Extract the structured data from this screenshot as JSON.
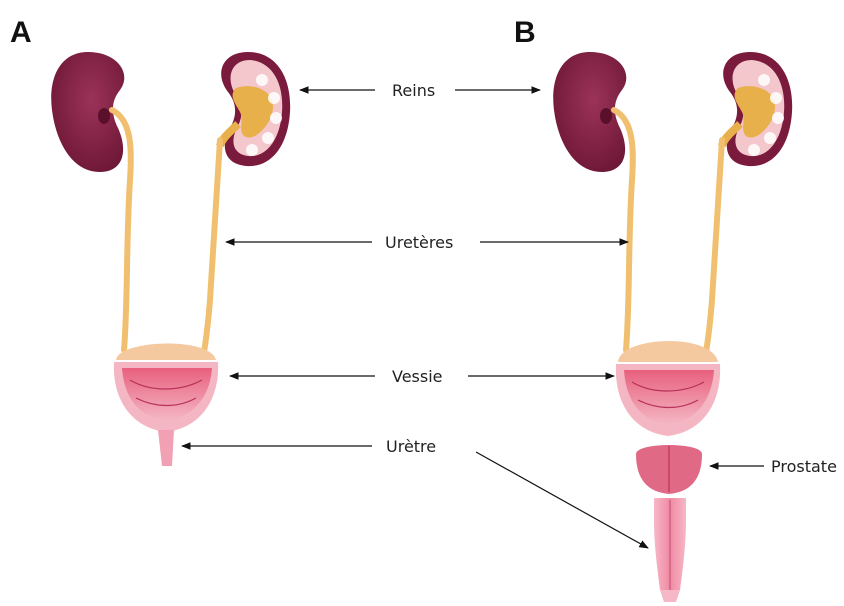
{
  "panels": {
    "a": "A",
    "b": "B"
  },
  "labels": {
    "kidneys": "Reins",
    "ureters": "Uretères",
    "bladder": "Vessie",
    "urethra": "Urètre",
    "prostate": "Prostate"
  },
  "colors": {
    "kidney": "#7a1a3c",
    "kidney_highlight": "#9b3358",
    "kidney_cortex": "#f3c7cc",
    "kidney_pelvis": "#e8b04a",
    "ureter": "#f0c070",
    "bladder_top": "#f5c9a0",
    "bladder_wall": "#f2a9b6",
    "bladder_inner": "#d94f6f",
    "prostate": "#e06a86",
    "urethra": "#f2a0b3"
  }
}
